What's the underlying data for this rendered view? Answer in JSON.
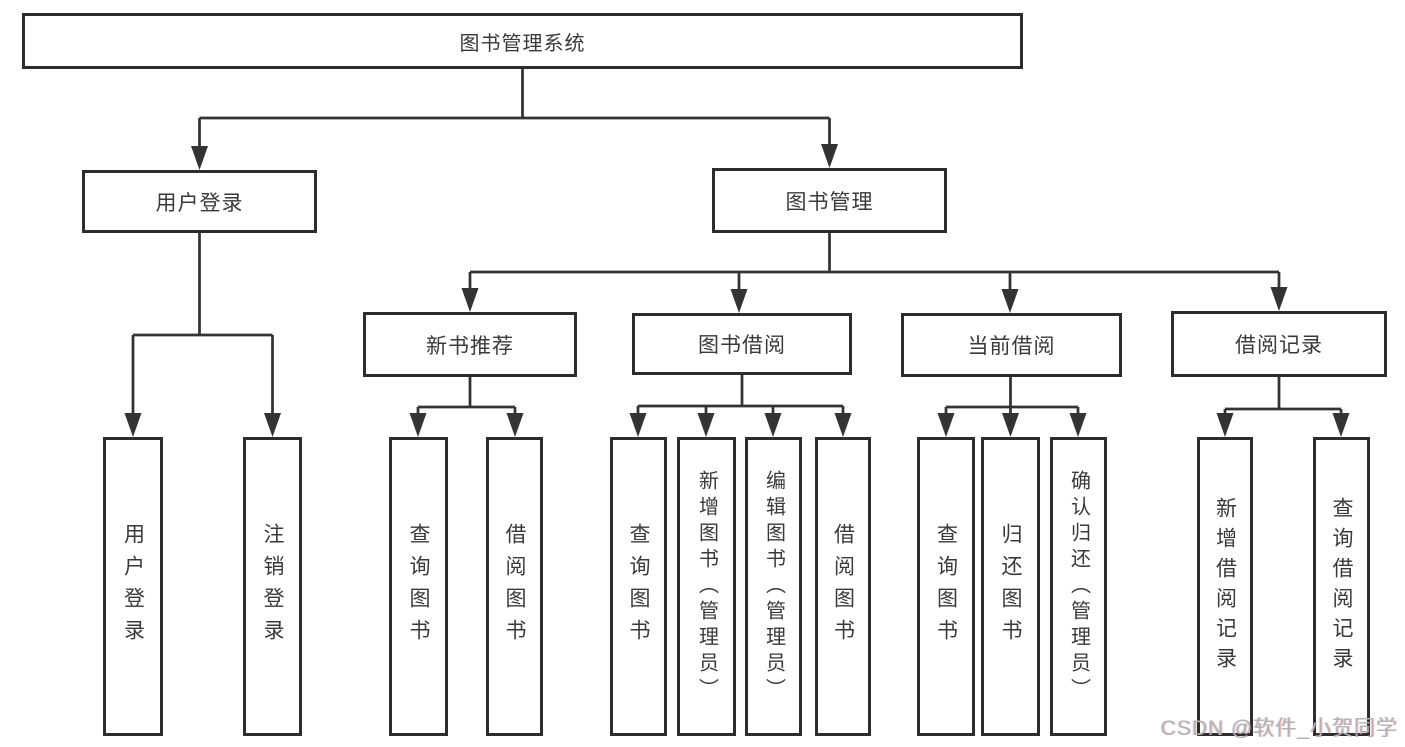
{
  "diagram": {
    "nodes": {
      "root": {
        "label": "图书管理系统"
      },
      "userLogin": {
        "label": "用户登录"
      },
      "bookMgmt": {
        "label": "图书管理"
      },
      "newBookRec": {
        "label": "新书推荐"
      },
      "bookBorrow": {
        "label": "图书借阅"
      },
      "currentBorrow": {
        "label": "当前借阅"
      },
      "borrowRecord": {
        "label": "借阅记录"
      },
      "leafUserLogin": {
        "label": "用户登录"
      },
      "leafLogout": {
        "label": "注销登录"
      },
      "leafQueryBook1": {
        "label": "查询图书"
      },
      "leafBorrowBook1": {
        "label": "借阅图书"
      },
      "leafQueryBook2": {
        "label": "查询图书"
      },
      "leafAddBook": {
        "label": "新增图书（管理员）"
      },
      "leafEditBook": {
        "label": "编辑图书（管理员）"
      },
      "leafBorrowBook2": {
        "label": "借阅图书"
      },
      "leafQueryBook3": {
        "label": "查询图书"
      },
      "leafReturnBook": {
        "label": "归还图书"
      },
      "leafConfirmReturn": {
        "label": "确认归还（管理员）"
      },
      "leafAddRecord": {
        "label": "新增借阅记录"
      },
      "leafQueryRecord": {
        "label": "查询借阅记录"
      }
    },
    "hierarchy": {
      "图书管理系统": {
        "用户登录": [
          "用户登录",
          "注销登录"
        ],
        "图书管理": {
          "新书推荐": [
            "查询图书",
            "借阅图书"
          ],
          "图书借阅": [
            "查询图书",
            "新增图书（管理员）",
            "编辑图书（管理员）",
            "借阅图书"
          ],
          "当前借阅": [
            "查询图书",
            "归还图书",
            "确认归还（管理员）"
          ],
          "借阅记录": [
            "新增借阅记录",
            "查询借阅记录"
          ]
        }
      }
    },
    "colors": {
      "line": "#333333",
      "box_border": "#2d2d2d",
      "box_fill": "#ffffff",
      "text": "#3a3a3a",
      "watermark_text": "#b3b3b3"
    }
  },
  "watermark": {
    "text": "CSDN @软件_小贺同学"
  }
}
